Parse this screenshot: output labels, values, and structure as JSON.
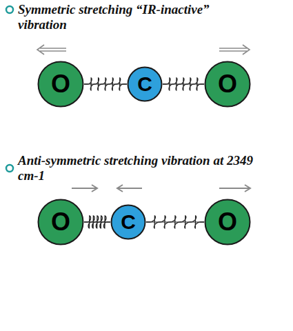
{
  "diagram": {
    "nodes": [
      {
        "text": [
          "O"
        ]
      },
      {
        "text": [
          "C"
        ]
      },
      {
        "text": [
          "O"
        ]
      },
      {
        "text": [
          "O"
        ]
      },
      {
        "text": [
          "C"
        ]
      },
      {
        "text": [
          "O"
        ]
      }
    ],
    "edges": [
      {
        "from": 0,
        "to": 1,
        "arrow": "none"
      },
      {
        "from": 1,
        "to": 2,
        "arrow": "none"
      },
      {
        "from": 3,
        "to": 4,
        "arrow": "none"
      },
      {
        "from": 4,
        "to": 5,
        "arrow": "none"
      }
    ],
    "labels": [
      "Symmetric stretching “IR-inactive” vibration",
      "Anti-symmetric stretching vibration at 2349 cm-1"
    ]
  }
}
